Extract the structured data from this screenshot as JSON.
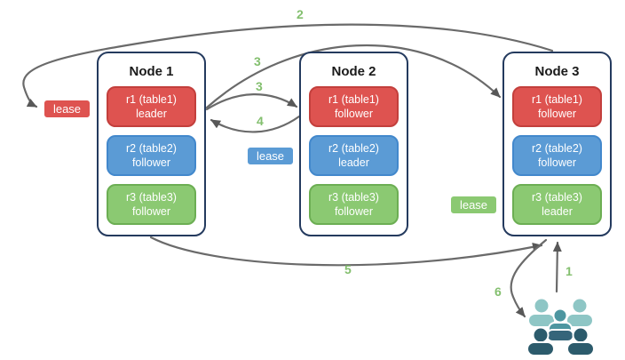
{
  "nodes": [
    {
      "title": "Node 1",
      "ranges": [
        {
          "label": "r1 (table1)",
          "role": "leader",
          "color": "red"
        },
        {
          "label": "r2 (table2)",
          "role": "follower",
          "color": "blue"
        },
        {
          "label": "r3 (table3)",
          "role": "follower",
          "color": "green"
        }
      ]
    },
    {
      "title": "Node 2",
      "ranges": [
        {
          "label": "r1 (table1)",
          "role": "follower",
          "color": "red"
        },
        {
          "label": "r2 (table2)",
          "role": "leader",
          "color": "blue"
        },
        {
          "label": "r3 (table3)",
          "role": "follower",
          "color": "green"
        }
      ]
    },
    {
      "title": "Node 3",
      "ranges": [
        {
          "label": "r1 (table1)",
          "role": "follower",
          "color": "red"
        },
        {
          "label": "r2 (table2)",
          "role": "follower",
          "color": "blue"
        },
        {
          "label": "r3 (table3)",
          "role": "leader",
          "color": "green"
        }
      ]
    }
  ],
  "leases": [
    {
      "label": "lease",
      "color": "red"
    },
    {
      "label": "lease",
      "color": "blue"
    },
    {
      "label": "lease",
      "color": "green"
    }
  ],
  "steps": {
    "s1": "1",
    "s2": "2",
    "s3a": "3",
    "s3b": "3",
    "s4": "4",
    "s5": "5",
    "s6": "6"
  },
  "icons": {
    "users": "users-icon"
  },
  "colors": {
    "red": "#de5350",
    "blue": "#5b9bd5",
    "green": "#8bc972",
    "node_border": "#243a5e",
    "arrow": "#6a6a6a",
    "step_label": "#83bf6e"
  }
}
